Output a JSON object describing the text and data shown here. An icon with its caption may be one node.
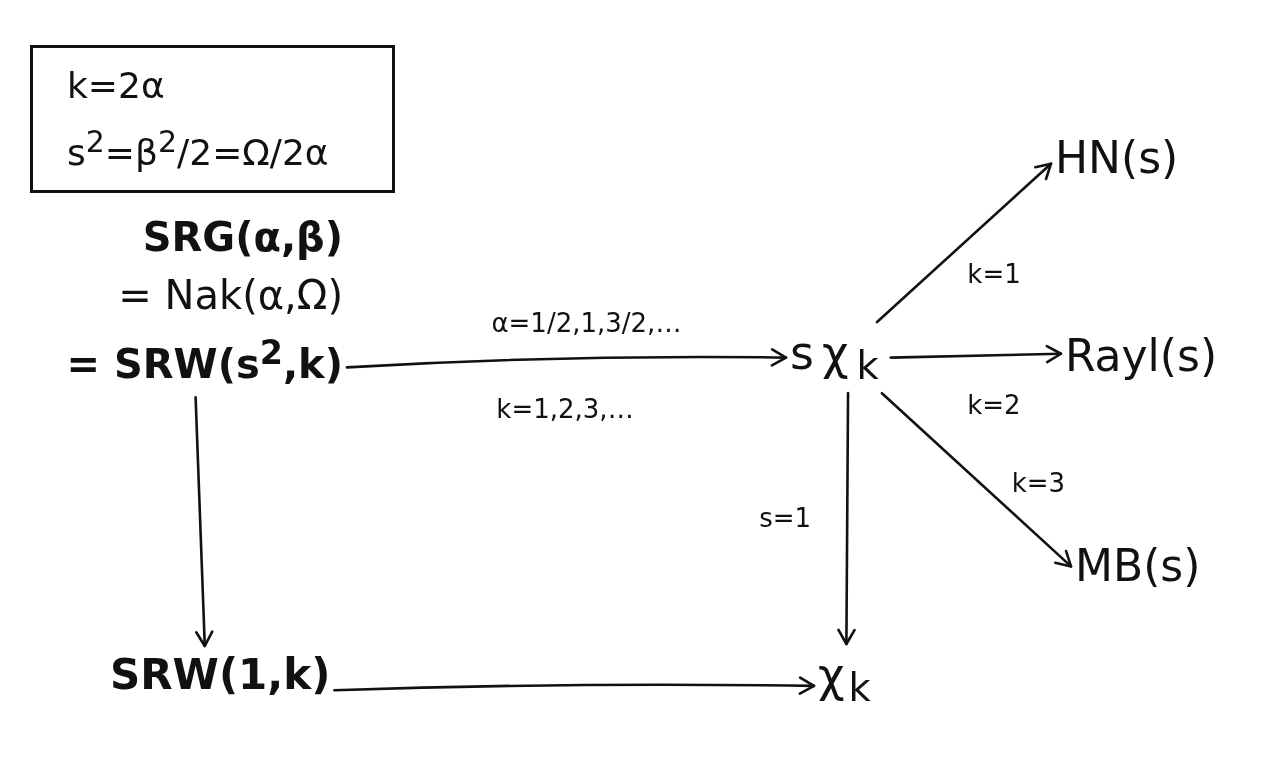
{
  "diagram": {
    "nodes": [
      {
        "text": [
          "k=2α",
          "s$^{2}$=β$^{2}$/2=Ω/2α"
        ]
      },
      {
        "text": [
          "SRG(α,β)",
          "= Nak(α,Ω)",
          "= SRW(s$^{2}$,k)"
        ]
      },
      {
        "text": [
          "SRW(1,k)"
        ]
      },
      {
        "text": [
          "sχ$_{k}$"
        ]
      },
      {
        "text": [
          "χ$_{k}$"
        ]
      },
      {
        "text": [
          "HN(s)"
        ]
      },
      {
        "text": [
          "Rayl(s)"
        ]
      },
      {
        "text": [
          "MB(s)"
        ]
      }
    ],
    "edges": [
      {
        "from": 1,
        "to": 3,
        "arrow": "to",
        "label": "α=1/2,1,3/2,…"
      },
      {
        "from": 1,
        "to": 2,
        "arrow": "to"
      },
      {
        "from": 3,
        "to": 5,
        "arrow": "to",
        "label": "k=1"
      },
      {
        "from": 3,
        "to": 6,
        "arrow": "to",
        "label": "k=2"
      },
      {
        "from": 3,
        "to": 7,
        "arrow": "to",
        "label": "k=3"
      },
      {
        "from": 3,
        "to": 4,
        "arrow": "to",
        "label": "s=1"
      },
      {
        "from": 2,
        "to": 4,
        "arrow": "to"
      }
    ],
    "labels": [
      "k=1,2,3,…"
    ]
  }
}
